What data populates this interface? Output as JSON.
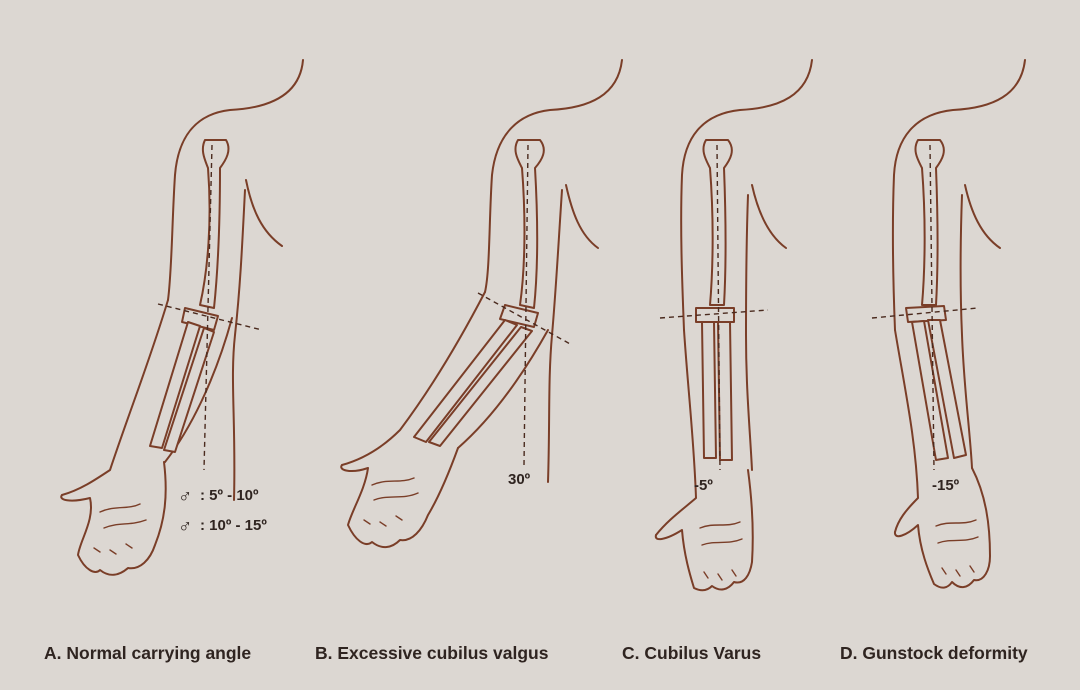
{
  "panels": [
    {
      "id": "A",
      "caption": "A. Normal carrying angle",
      "angle_lines": [
        {
          "symbol": "♂",
          "text": ": 5º - 10º"
        },
        {
          "symbol": "♂",
          "text": ": 10º - 15º"
        }
      ]
    },
    {
      "id": "B",
      "caption": "B. Excessive cubilus valgus",
      "angle_label": "30º"
    },
    {
      "id": "C",
      "caption": "C. Cubilus Varus",
      "angle_label": "-5º"
    },
    {
      "id": "D",
      "caption": "D. Gunstock deformity",
      "angle_label": "-15º"
    }
  ],
  "colors": {
    "background": "#dcd7d2",
    "ink": "#7a3e28",
    "text": "#2f2420"
  },
  "icons": [
    "male-symbol-icon"
  ]
}
